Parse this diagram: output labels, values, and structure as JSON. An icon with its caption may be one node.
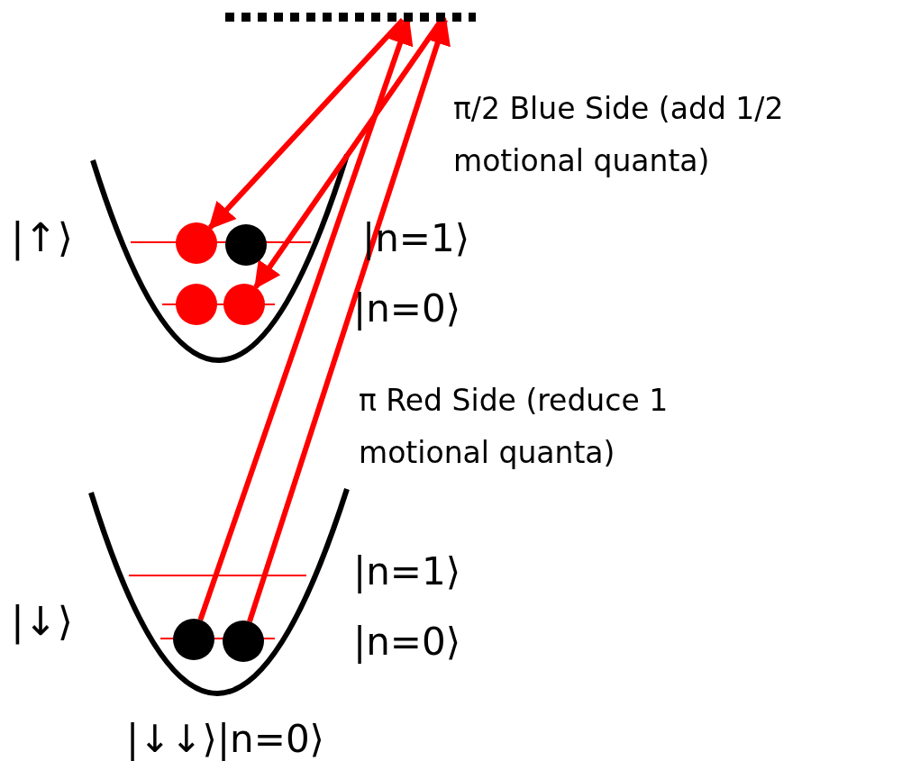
{
  "diagram": {
    "nodes": [
      {
        "text": [],
        "shape": "bar"
      },
      {
        "text": [],
        "shape": "circle"
      },
      {
        "text": [],
        "shape": "circle"
      },
      {
        "text": [],
        "shape": "circle"
      },
      {
        "text": [],
        "shape": "circle"
      },
      {
        "text": [],
        "shape": "circle"
      },
      {
        "text": [],
        "shape": "circle"
      }
    ],
    "edges": [
      {
        "from": 5,
        "to": 0,
        "arrow": "to"
      },
      {
        "from": 6,
        "to": 0,
        "arrow": "to"
      },
      {
        "from": 0,
        "to": 1,
        "arrow": "to"
      },
      {
        "from": 0,
        "to": 4,
        "arrow": "to"
      }
    ],
    "labels": [
      "π/2 Blue Side (add 1/2 motional quanta)",
      "|↑⟩",
      "|n=1⟩",
      "|n=0⟩",
      "π Red Side (reduce 1 motional quanta)",
      "|n=1⟩",
      "|↓⟩",
      "|n=0⟩",
      "|↓↓⟩|n=0⟩"
    ]
  }
}
